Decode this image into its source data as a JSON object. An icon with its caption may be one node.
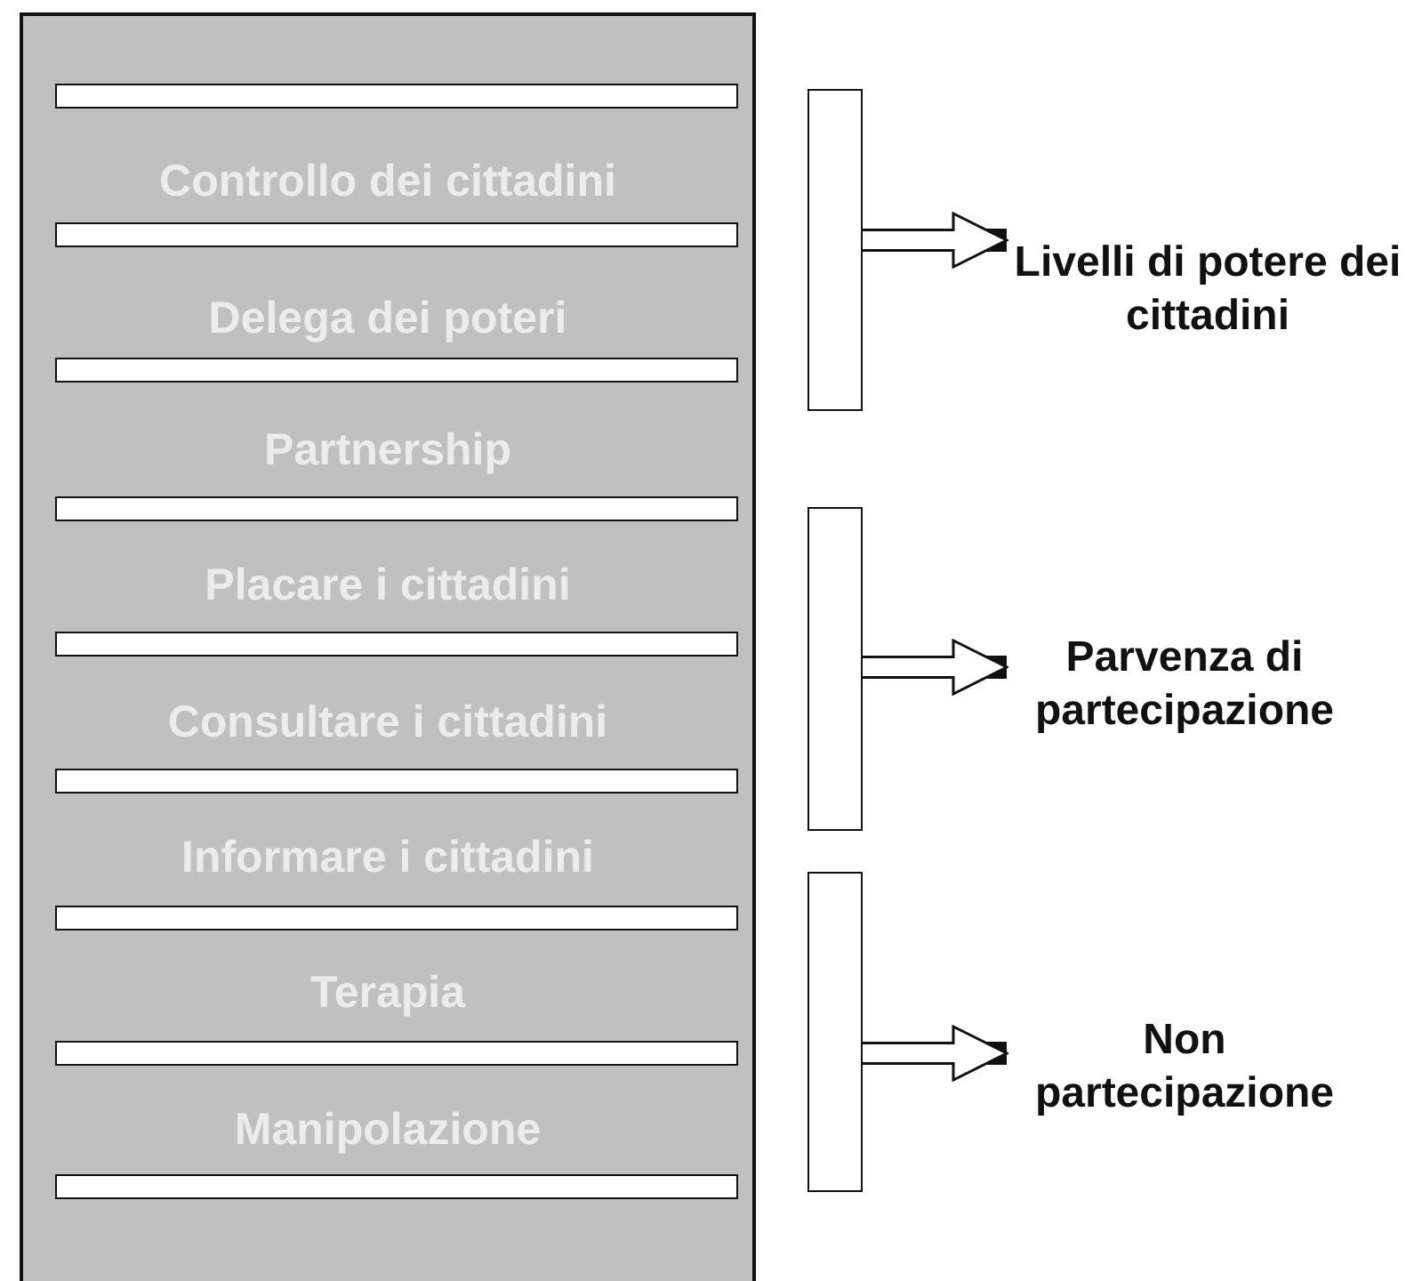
{
  "diagram": {
    "nodes": [
      {
        "text": [
          "Controllo dei cittadini",
          "Delega dei poteri",
          "Partnership",
          "Placare i cittadini",
          "Consultare i cittadini",
          "Informare i cittadini",
          "Terapia",
          "Manipolazione"
        ]
      },
      {
        "text": [],
        "shape": "bar",
        "in": 0
      },
      {
        "text": [],
        "shape": "bar",
        "in": 0
      },
      {
        "text": [],
        "shape": "bar",
        "in": 0
      },
      {
        "text": [],
        "shape": "bar",
        "in": 0
      },
      {
        "text": [],
        "shape": "bar",
        "in": 0
      },
      {
        "text": [],
        "shape": "bar",
        "in": 0
      },
      {
        "text": [],
        "shape": "bar",
        "in": 0
      },
      {
        "text": [],
        "shape": "bar",
        "in": 0
      },
      {
        "text": [],
        "shape": "bar",
        "in": 0
      },
      {
        "text": [],
        "shape": "bar"
      },
      {
        "text": [],
        "shape": "bar"
      },
      {
        "text": [],
        "shape": "bar"
      },
      {
        "text": [
          "Livelli di potere dei cittadini"
        ]
      },
      {
        "text": [
          "Parvenza di partecipazione"
        ]
      },
      {
        "text": [
          "Non partecipazione"
        ]
      }
    ],
    "edges": [
      {
        "from": 10,
        "to": 13,
        "arrow": "to"
      },
      {
        "from": 11,
        "to": 14,
        "arrow": "to"
      },
      {
        "from": 12,
        "to": 15,
        "arrow": "to"
      }
    ]
  }
}
